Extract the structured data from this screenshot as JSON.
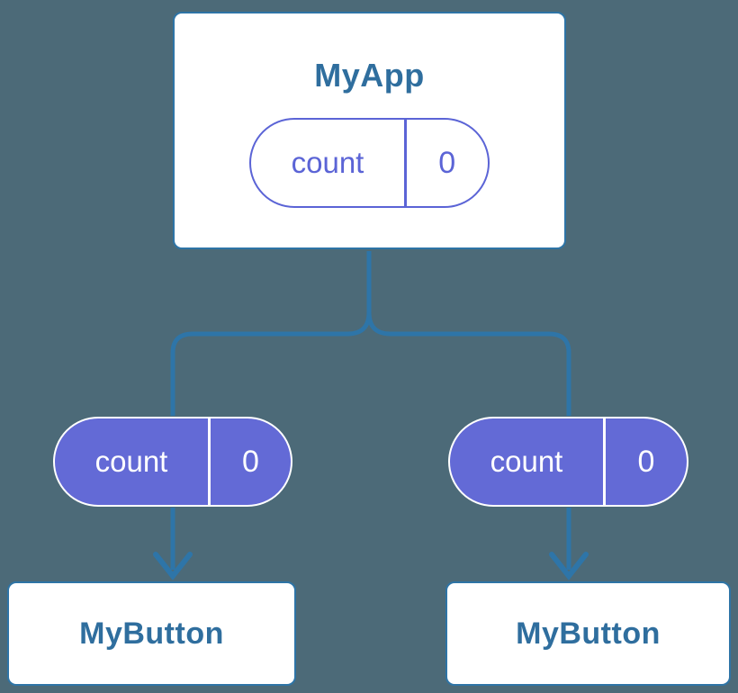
{
  "colors": {
    "background": "#4C6A78",
    "connector": "#2E75A8",
    "card_border": "#2E74A6",
    "card_text": "#2F6E9E",
    "purple_outline": "#5B64D6",
    "purple_fill": "#636AD6",
    "filled_text": "#FFFFFF",
    "card_bg": "#FFFFFF"
  },
  "diagram": {
    "type": "component-tree",
    "root": {
      "title": "MyApp",
      "state": {
        "name": "count",
        "value": "0"
      }
    },
    "children": [
      {
        "title": "MyButton",
        "prop": {
          "name": "count",
          "value": "0"
        }
      },
      {
        "title": "MyButton",
        "prop": {
          "name": "count",
          "value": "0"
        }
      }
    ]
  }
}
